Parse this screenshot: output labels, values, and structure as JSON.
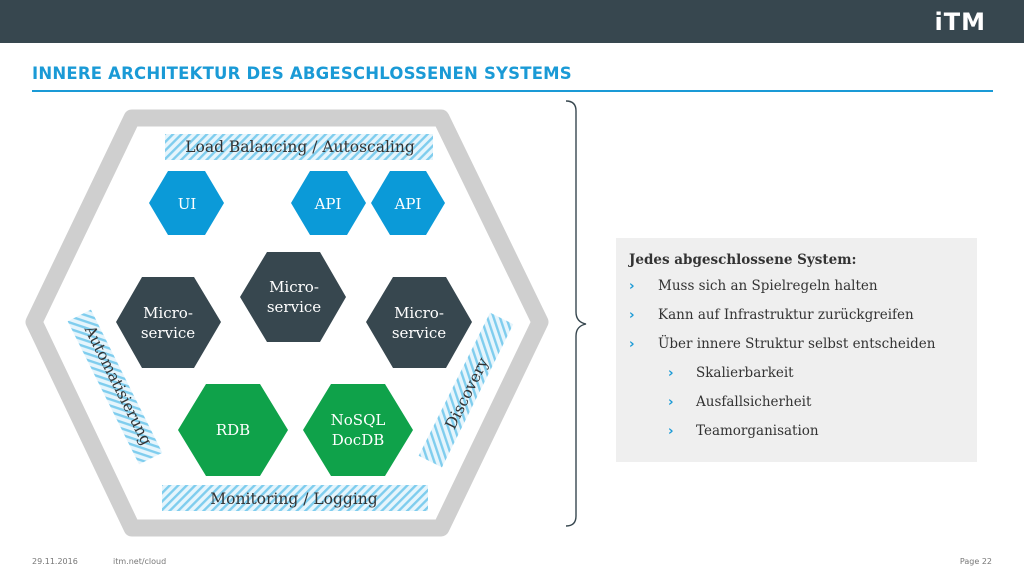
{
  "header": {
    "logo": "iTM"
  },
  "page": {
    "title": "INNERE ARCHITEKTUR DES ABGESCHLOSSENEN SYSTEMS"
  },
  "diagram": {
    "band_top": "Load Balancing / Autoscaling",
    "band_bottom": "Monitoring / Logging",
    "band_left": "Automatisierung",
    "band_right": "Discovery",
    "ui": "UI",
    "api_1": "API",
    "api_2": "API",
    "ms_left_1": "Micro-",
    "ms_left_2": "service",
    "ms_center_1": "Micro-",
    "ms_center_2": "service",
    "ms_right_1": "Micro-",
    "ms_right_2": "service",
    "rdb": "RDB",
    "nosql_1": "NoSQL",
    "nosql_2": "DocDB",
    "colors": {
      "blue": "#0b9ad8",
      "dark": "#37474f",
      "green": "#0fa24a",
      "frame": "#cfcfcf",
      "stripe": "#7fcdee"
    }
  },
  "panel": {
    "heading": "Jedes abgeschlossene System:",
    "items": [
      {
        "text": "Muss sich an Spielregeln halten",
        "level": 1
      },
      {
        "text": "Kann auf Infrastruktur zurückgreifen",
        "level": 1
      },
      {
        "text": "Über innere Struktur selbst entscheiden",
        "level": 1
      },
      {
        "text": "Skalierbarkeit",
        "level": 2
      },
      {
        "text": "Ausfallsicherheit",
        "level": 2
      },
      {
        "text": "Teamorganisation",
        "level": 2
      }
    ],
    "bullet": "›"
  },
  "footer": {
    "date": "29.11.2016",
    "url": "itm.net/cloud",
    "page": "Page 22"
  }
}
